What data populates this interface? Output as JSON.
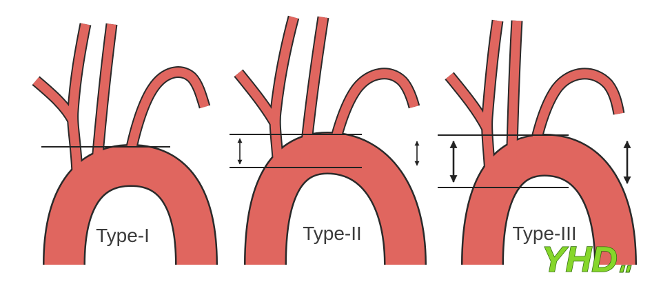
{
  "panels": [
    {
      "label": "Type-I"
    },
    {
      "label": "Type-II"
    },
    {
      "label": "Type-III"
    }
  ],
  "logo": {
    "text": "YHD"
  },
  "colors": {
    "vessel": "#E0665F",
    "outline": "#2a2a2a",
    "label": "#3b3b3b",
    "logo": "#86D62B",
    "logo_edge": "#2f6a0c"
  }
}
